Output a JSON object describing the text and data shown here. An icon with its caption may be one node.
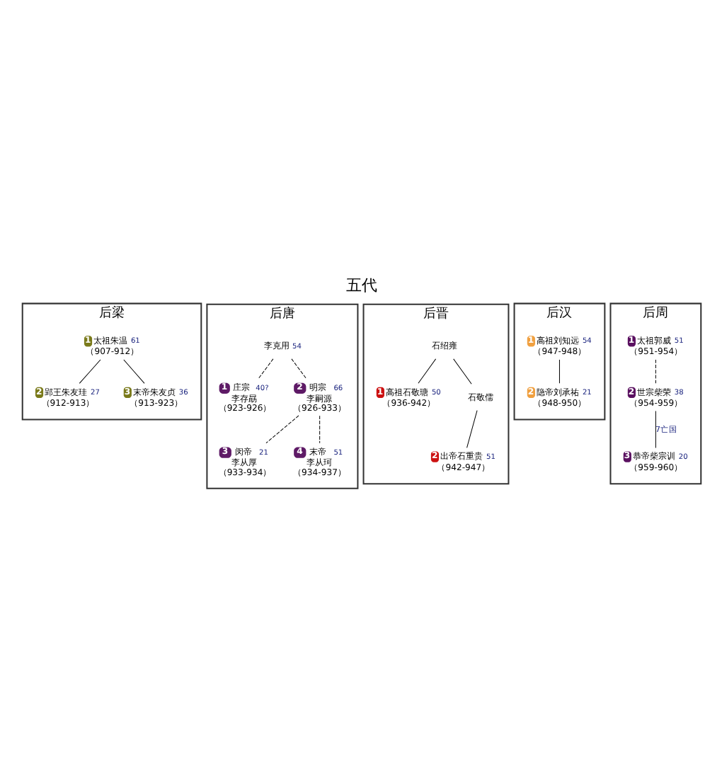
{
  "diagram": {
    "title": "五代",
    "nodes": [
      {
        "text": [
          "后梁"
        ]
      },
      {
        "text": [
          "1",
          "太祖朱温",
          "61",
          "（907-912）"
        ],
        "in": 0
      },
      {
        "text": [
          "2",
          "郢王朱友珪",
          "27",
          "（912-913）"
        ],
        "in": 0
      },
      {
        "text": [
          "3",
          "末帝朱友贞",
          "36",
          "（913-923）"
        ],
        "in": 0
      },
      {
        "text": [
          "后唐"
        ]
      },
      {
        "text": [
          "李克用",
          "54"
        ],
        "in": 4
      },
      {
        "text": [
          "1",
          "庄宗",
          "40?",
          "李存勗",
          "（923-926）"
        ],
        "in": 4
      },
      {
        "text": [
          "2",
          "明宗",
          "66",
          "李嗣源",
          "（926-933）"
        ],
        "in": 4
      },
      {
        "text": [
          "3",
          "闵帝",
          "21",
          "李从厚",
          "（933-934）"
        ],
        "in": 4
      },
      {
        "text": [
          "4",
          "末帝",
          "51",
          "李从珂",
          "（934-937）"
        ],
        "in": 4
      },
      {
        "text": [
          "后晋"
        ]
      },
      {
        "text": [
          "石绍雍"
        ],
        "in": 10
      },
      {
        "text": [
          "1",
          "高祖石敬瑭",
          "50",
          "（936-942）"
        ],
        "in": 10
      },
      {
        "text": [
          "石敬儒"
        ],
        "in": 10
      },
      {
        "text": [
          "2",
          "出帝石重贵",
          "51",
          "（942-947）"
        ],
        "in": 10
      },
      {
        "text": [
          "后汉"
        ]
      },
      {
        "text": [
          "1",
          "高祖刘知远",
          "54",
          "（947-948）"
        ],
        "in": 15
      },
      {
        "text": [
          "2",
          "隐帝刘承祐",
          "21",
          "（948-950）"
        ],
        "in": 15
      },
      {
        "text": [
          "后周"
        ]
      },
      {
        "text": [
          "1",
          "太祖郭威",
          "51",
          "（951-954）"
        ],
        "in": 18
      },
      {
        "text": [
          "2",
          "世宗柴荣",
          "38",
          "（954-959）"
        ],
        "in": 18
      },
      {
        "text": [
          "3",
          "恭帝柴宗训",
          "20",
          "（959-960）"
        ],
        "in": 18
      }
    ],
    "edges": [
      {
        "from": 1,
        "to": 2,
        "arrow": "none"
      },
      {
        "from": 1,
        "to": 3,
        "arrow": "none"
      },
      {
        "from": 5,
        "to": 6,
        "arrow": "none",
        "style": "dashed"
      },
      {
        "from": 5,
        "to": 7,
        "arrow": "none",
        "style": "dashed"
      },
      {
        "from": 7,
        "to": 8,
        "arrow": "none",
        "style": "dashed"
      },
      {
        "from": 7,
        "to": 9,
        "arrow": "none",
        "style": "dashed"
      },
      {
        "from": 11,
        "to": 12,
        "arrow": "none"
      },
      {
        "from": 11,
        "to": 13,
        "arrow": "none"
      },
      {
        "from": 13,
        "to": 14,
        "arrow": "none"
      },
      {
        "from": 16,
        "to": 17,
        "arrow": "none"
      },
      {
        "from": 19,
        "to": 20,
        "arrow": "none",
        "style": "dashed"
      },
      {
        "from": 20,
        "to": 21,
        "arrow": "none",
        "label": "7亡国"
      }
    ]
  }
}
